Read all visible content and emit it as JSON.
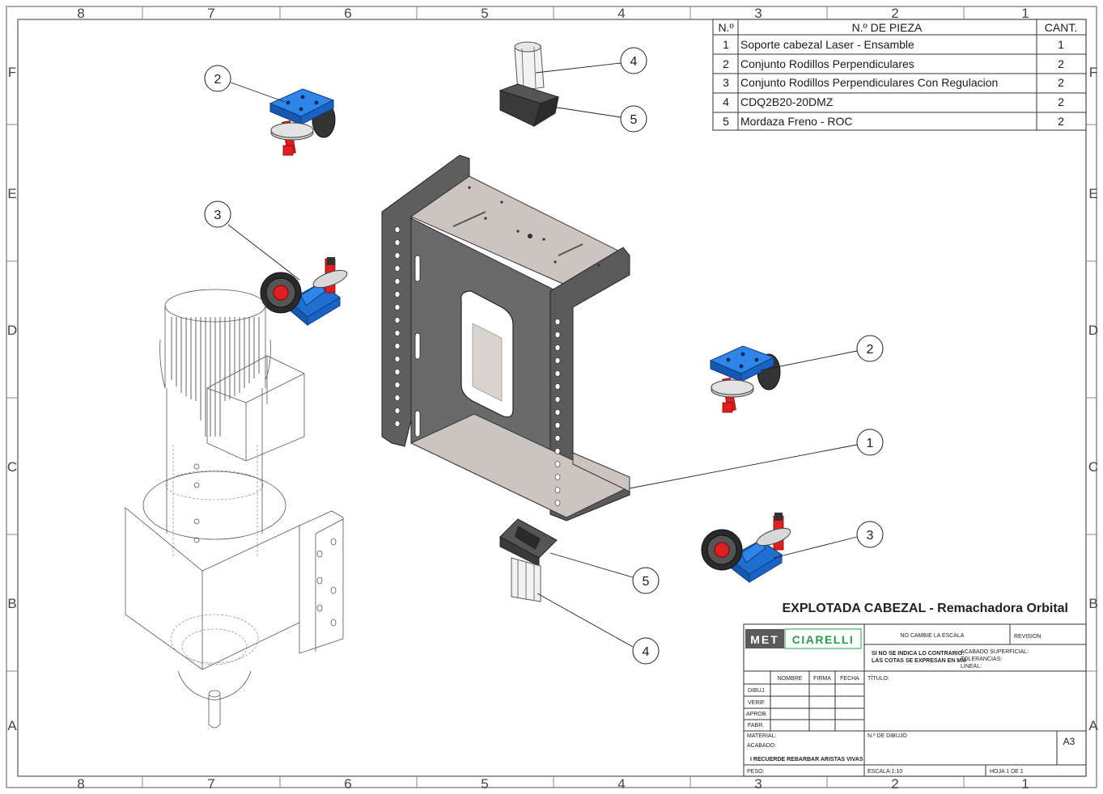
{
  "zones": {
    "top": [
      "8",
      "7",
      "6",
      "5",
      "4",
      "3",
      "2",
      "1"
    ],
    "bottom": [
      "8",
      "7",
      "6",
      "5",
      "4",
      "3",
      "2",
      "1"
    ],
    "left": [
      "F",
      "E",
      "D",
      "C",
      "B",
      "A"
    ],
    "right": [
      "F",
      "E",
      "D",
      "C",
      "B",
      "A"
    ]
  },
  "bom": {
    "headers": [
      "N.º",
      "N.º DE PIEZA",
      "CANT."
    ],
    "rows": [
      {
        "num": "1",
        "part": "Soporte cabezal Laser - Ensamble",
        "qty": "1"
      },
      {
        "num": "2",
        "part": "Conjunto Rodillos Perpendiculares",
        "qty": "2"
      },
      {
        "num": "3",
        "part": "Conjunto Rodillos Perpendiculares Con Regulacion",
        "qty": "2"
      },
      {
        "num": "4",
        "part": "CDQ2B20-20DMZ",
        "qty": "2"
      },
      {
        "num": "5",
        "part": "Mordaza Freno - ROC",
        "qty": "2"
      }
    ]
  },
  "balloons": [
    "2",
    "3",
    "4",
    "5",
    "2",
    "1",
    "3",
    "5",
    "4"
  ],
  "drawing_title": "EXPLOTADA CABEZAL - Remachadora Orbital",
  "titleblock": {
    "logo_left": "MET",
    "logo_right": "CIARELLI",
    "no_scale": "NO CAMBIE LA ESCALA",
    "revision": "REVISIÓN",
    "units_1": "SI NO SE INDICA LO CONTRARIO:",
    "units_2": "LAS COTAS SE EXPRESAN EN MM",
    "finish": "ACABADO SUPERFICIAL:",
    "tolerances": "TOLERANCIAS:",
    "linear": "LINEAL:",
    "col_name": "NOMBRE",
    "col_sign": "FIRMA",
    "col_date": "FECHA",
    "title_label": "TÍTULO:",
    "row_drawn": "DIBUJ.",
    "row_verif": "VERIF.",
    "row_approved": "APROB.",
    "row_fab": "FABR.",
    "material": "MATERIAL:",
    "acabado": "ACABADO:",
    "deburr": "I RECUERDE REBARBAR ARISTAS VIVAS",
    "drawing_no": "N.º DE DIBUJO",
    "size": "A3",
    "weight": "PESO:",
    "scale": "ESCALA:1:10",
    "sheet": "HOJA 1 DE 1"
  },
  "colors": {
    "blue_part": "#1f6fd1",
    "red_part": "#e02020",
    "frame_dark": "#4a4a4a",
    "frame_light": "#c9c2bd",
    "logo_green": "#2a9d4a",
    "logo_grey": "#5a5a5a"
  }
}
